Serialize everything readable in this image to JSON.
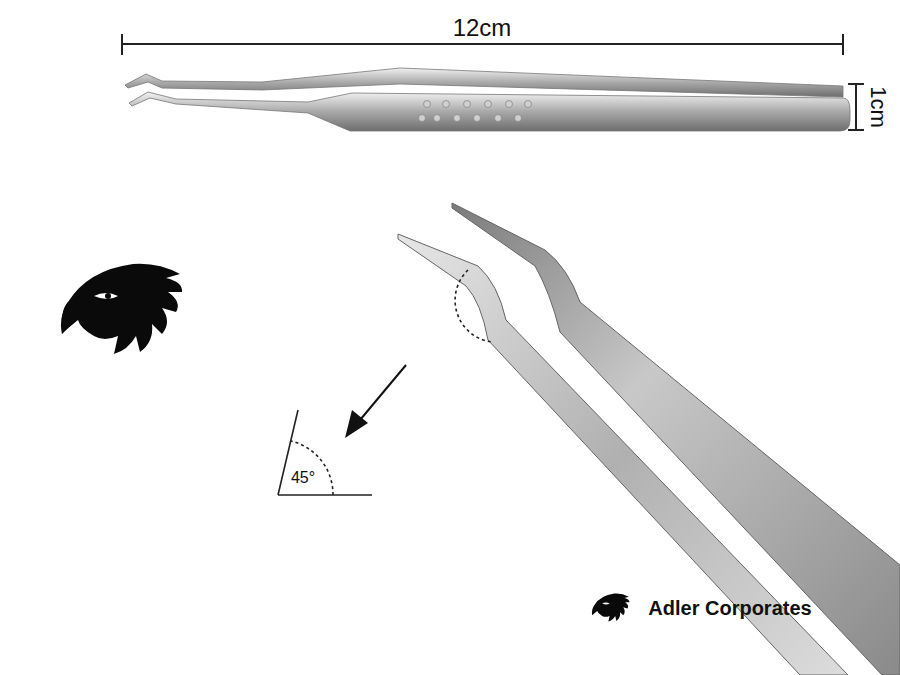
{
  "diagram": {
    "labels": [
      "12cm",
      "1cm",
      "45°",
      "Adler Corporates"
    ]
  }
}
